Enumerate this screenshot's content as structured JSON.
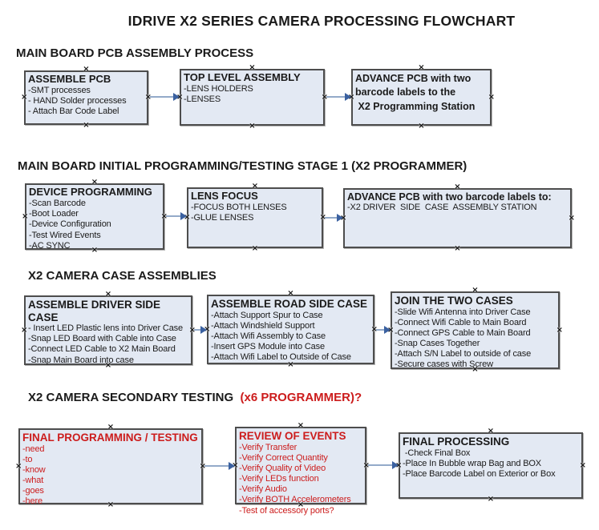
{
  "title": "IDRIVE X2  SERIES CAMERA PROCESSING FLOWCHART",
  "glyphs": {
    "connection_handle": "×"
  },
  "colors": {
    "box_fill": "#e3e9f3",
    "box_border": "#4d4d4d",
    "red_text": "#cc1c1c",
    "arrow_line": "#93aac9",
    "arrow_head": "#3b61a0"
  },
  "sections": [
    {
      "header": "MAIN BOARD PCB ASSEMBLY PROCESS",
      "boxes": [
        {
          "title": "ASSEMBLE PCB",
          "items": [
            "-SMT processes",
            "- HAND Solder processes",
            "- Attach Bar Code Label"
          ]
        },
        {
          "title": "TOP LEVEL ASSEMBLY",
          "items": [
            "-LENS HOLDERS",
            "-LENSES"
          ]
        },
        {
          "title": "ADVANCE PCB with two barcode labels to the\n X2 Programming Station",
          "items": []
        }
      ]
    },
    {
      "header": "MAIN BOARD INITIAL PROGRAMMING/TESTING STAGE 1 (X2 PROGRAMMER)",
      "boxes": [
        {
          "title": "DEVICE PROGRAMMING",
          "items": [
            "-Scan Barcode",
            "-Boot Loader",
            "-Device Configuration",
            "-Test Wired Events",
            "-AC SYNC"
          ]
        },
        {
          "title": "LENS FOCUS",
          "items": [
            "-FOCUS BOTH LENSES",
            "-GLUE LENSES"
          ]
        },
        {
          "title": "ADVANCE PCB with two barcode labels to:",
          "items": [
            "-X2 DRIVER  SIDE  CASE  ASSEMBLY STATION"
          ]
        }
      ]
    },
    {
      "header": "X2 CAMERA CASE ASSEMBLIES",
      "boxes": [
        {
          "title": "ASSEMBLE DRIVER SIDE CASE",
          "items": [
            "- Insert LED Plastic lens into Driver Case",
            "-Snap LED Board with Cable into Case",
            "-Connect LED Cable to X2 Main Board",
            "-Snap Main Board into case"
          ]
        },
        {
          "title": "ASSEMBLE ROAD SIDE CASE",
          "items": [
            "-Attach Support Spur to Case",
            "-Attach Windshield Support",
            "-Attach Wifi Assembly to Case",
            "-Insert GPS Module into Case",
            "-Attach Wifi Label to Outside of Case"
          ]
        },
        {
          "title": "JOIN THE TWO CASES",
          "items": [
            "-Slide Wifi Antenna into Driver Case",
            "-Connect Wifi Cable to Main Board",
            "-Connect GPS Cable to Main Board",
            "-Snap Cases Together",
            "-Attach S/N Label to outside of case",
            "-Secure cases with Screw"
          ]
        }
      ]
    },
    {
      "header": "X2 CAMERA SECONDARY TESTING  ",
      "header_red": "(x6 PROGRAMMER)?",
      "boxes": [
        {
          "title": "FINAL PROGRAMMING / TESTING",
          "items": [
            "-need",
            "-to",
            "-know",
            "-what",
            "-goes",
            "-here"
          ]
        },
        {
          "title": "REVIEW OF EVENTS",
          "items": [
            "-Verify Transfer",
            "-Verify Correct Quantity",
            "-Verify Quality of Video",
            "-Verify LEDs function",
            "-Verify Audio",
            "-Verify BOTH Accelerometers",
            "-Test of accessory ports?"
          ]
        },
        {
          "title": "FINAL PROCESSING",
          "items": [
            " -Check Final Box",
            "-Place In Bubble wrap Bag and BOX",
            "-Place Barcode Label on Exterior or Box"
          ]
        }
      ]
    }
  ]
}
